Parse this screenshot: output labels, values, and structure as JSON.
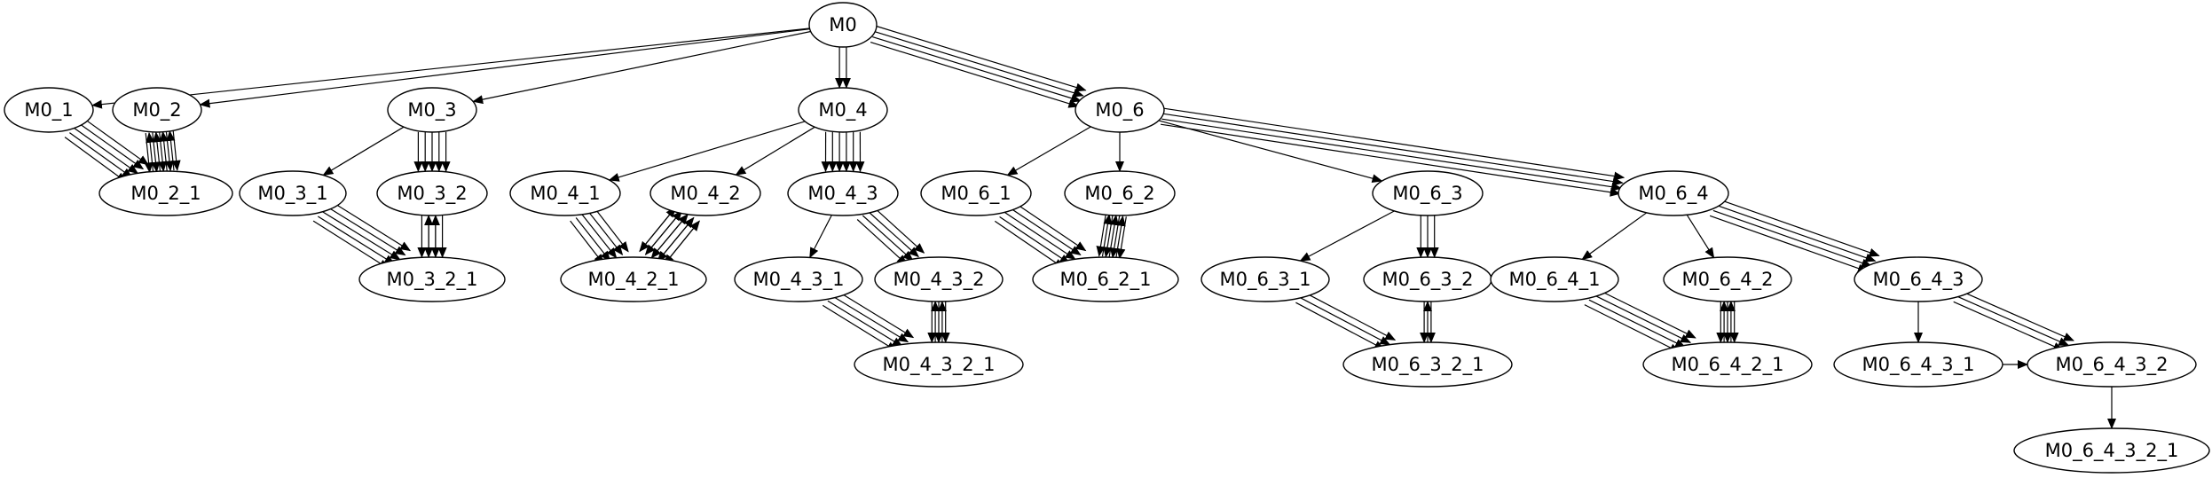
{
  "nodes": [
    {
      "id": "M0",
      "label": "M0"
    },
    {
      "id": "M0_1",
      "label": "M0_1"
    },
    {
      "id": "M0_2",
      "label": "M0_2"
    },
    {
      "id": "M0_2_1",
      "label": "M0_2_1"
    },
    {
      "id": "M0_3",
      "label": "M0_3"
    },
    {
      "id": "M0_3_1",
      "label": "M0_3_1"
    },
    {
      "id": "M0_3_2",
      "label": "M0_3_2"
    },
    {
      "id": "M0_3_2_1",
      "label": "M0_3_2_1"
    },
    {
      "id": "M0_4",
      "label": "M0_4"
    },
    {
      "id": "M0_4_1",
      "label": "M0_4_1"
    },
    {
      "id": "M0_4_2",
      "label": "M0_4_2"
    },
    {
      "id": "M0_4_2_1",
      "label": "M0_4_2_1"
    },
    {
      "id": "M0_4_3",
      "label": "M0_4_3"
    },
    {
      "id": "M0_4_3_1",
      "label": "M0_4_3_1"
    },
    {
      "id": "M0_4_3_2",
      "label": "M0_4_3_2"
    },
    {
      "id": "M0_4_3_2_1",
      "label": "M0_4_3_2_1"
    },
    {
      "id": "M0_6",
      "label": "M0_6"
    },
    {
      "id": "M0_6_1",
      "label": "M0_6_1"
    },
    {
      "id": "M0_6_2",
      "label": "M0_6_2"
    },
    {
      "id": "M0_6_2_1",
      "label": "M0_6_2_1"
    },
    {
      "id": "M0_6_3",
      "label": "M0_6_3"
    },
    {
      "id": "M0_6_3_1",
      "label": "M0_6_3_1"
    },
    {
      "id": "M0_6_3_2",
      "label": "M0_6_3_2"
    },
    {
      "id": "M0_6_3_2_1",
      "label": "M0_6_3_2_1"
    },
    {
      "id": "M0_6_4",
      "label": "M0_6_4"
    },
    {
      "id": "M0_6_4_1",
      "label": "M0_6_4_1"
    },
    {
      "id": "M0_6_4_2",
      "label": "M0_6_4_2"
    },
    {
      "id": "M0_6_4_2_1",
      "label": "M0_6_4_2_1"
    },
    {
      "id": "M0_6_4_3",
      "label": "M0_6_4_3"
    },
    {
      "id": "M0_6_4_3_1",
      "label": "M0_6_4_3_1"
    },
    {
      "id": "M0_6_4_3_2",
      "label": "M0_6_4_3_2"
    },
    {
      "id": "M0_6_4_3_2_1",
      "label": "M0_6_4_3_2_1"
    }
  ],
  "edges": [
    {
      "from": "M0",
      "to": "M0_1",
      "count": 1
    },
    {
      "from": "M0",
      "to": "M0_2",
      "count": 1
    },
    {
      "from": "M0",
      "to": "M0_3",
      "count": 1
    },
    {
      "from": "M0",
      "to": "M0_4",
      "count": 2
    },
    {
      "from": "M0",
      "to": "M0_6",
      "count": 4
    },
    {
      "from": "M0_1",
      "to": "M0_2_1",
      "count": 5
    },
    {
      "from": "M0_2",
      "to": "M0_2_1",
      "count": 5
    },
    {
      "from": "M0_2_1",
      "to": "M0_2",
      "count": 4
    },
    {
      "from": "M0_3",
      "to": "M0_3_2",
      "count": 5
    },
    {
      "from": "M0_3",
      "to": "M0_3_1",
      "count": 1
    },
    {
      "from": "M0_3_1",
      "to": "M0_3_2_1",
      "count": 5
    },
    {
      "from": "M0_3_2",
      "to": "M0_3_2_1",
      "count": 4
    },
    {
      "from": "M0_3_2_1",
      "to": "M0_3_2",
      "count": 2
    },
    {
      "from": "M0_4",
      "to": "M0_4_1",
      "count": 1
    },
    {
      "from": "M0_4",
      "to": "M0_4_2",
      "count": 1
    },
    {
      "from": "M0_4",
      "to": "M0_4_3",
      "count": 6
    },
    {
      "from": "M0_4_1",
      "to": "M0_4_2_1",
      "count": 5
    },
    {
      "from": "M0_4_2",
      "to": "M0_4_2_1",
      "count": 5
    },
    {
      "from": "M0_4_2_1",
      "to": "M0_4_2",
      "count": 5
    },
    {
      "from": "M0_4_3",
      "to": "M0_4_3_1",
      "count": 1
    },
    {
      "from": "M0_4_3",
      "to": "M0_4_3_2",
      "count": 4
    },
    {
      "from": "M0_4_3_1",
      "to": "M0_4_3_2_1",
      "count": 4
    },
    {
      "from": "M0_4_3_2",
      "to": "M0_4_3_2_1",
      "count": 3
    },
    {
      "from": "M0_4_3_2_1",
      "to": "M0_4_3_2",
      "count": 2
    },
    {
      "from": "M0_6",
      "to": "M0_6_1",
      "count": 1
    },
    {
      "from": "M0_6",
      "to": "M0_6_2",
      "count": 1
    },
    {
      "from": "M0_6",
      "to": "M0_6_3",
      "count": 1
    },
    {
      "from": "M0_6",
      "to": "M0_6_4",
      "count": 4
    },
    {
      "from": "M0_6_1",
      "to": "M0_6_2_1",
      "count": 5
    },
    {
      "from": "M0_6_2",
      "to": "M0_6_2_1",
      "count": 4
    },
    {
      "from": "M0_6_2_1",
      "to": "M0_6_2",
      "count": 3
    },
    {
      "from": "M0_6_3",
      "to": "M0_6_3_1",
      "count": 1
    },
    {
      "from": "M0_6_3",
      "to": "M0_6_3_2",
      "count": 3
    },
    {
      "from": "M0_6_3_1",
      "to": "M0_6_3_2_1",
      "count": 3
    },
    {
      "from": "M0_6_3_2",
      "to": "M0_6_3_2_1",
      "count": 2
    },
    {
      "from": "M0_6_3_2_1",
      "to": "M0_6_3_2",
      "count": 1
    },
    {
      "from": "M0_6_4",
      "to": "M0_6_4_1",
      "count": 1
    },
    {
      "from": "M0_6_4",
      "to": "M0_6_4_2",
      "count": 1
    },
    {
      "from": "M0_6_4",
      "to": "M0_6_4_3",
      "count": 4
    },
    {
      "from": "M0_6_4_1",
      "to": "M0_6_4_2_1",
      "count": 4
    },
    {
      "from": "M0_6_4_2",
      "to": "M0_6_4_2_1",
      "count": 3
    },
    {
      "from": "M0_6_4_2_1",
      "to": "M0_6_4_2",
      "count": 2
    },
    {
      "from": "M0_6_4_3",
      "to": "M0_6_4_3_1",
      "count": 1
    },
    {
      "from": "M0_6_4_3",
      "to": "M0_6_4_3_2",
      "count": 3
    },
    {
      "from": "M0_6_4_3_1",
      "to": "M0_6_4_3_2",
      "count": 1
    },
    {
      "from": "M0_6_4_3_2",
      "to": "M0_6_4_3_2_1",
      "count": 1
    }
  ]
}
